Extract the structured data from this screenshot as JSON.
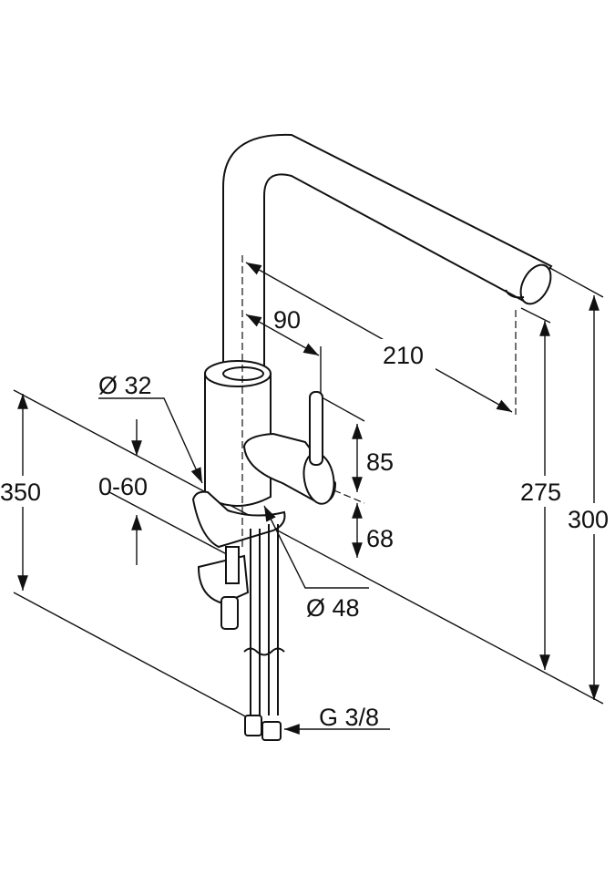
{
  "title": "Kitchen faucet dimension drawing",
  "dimensions": {
    "spout_diameter": "Ø 32",
    "base_diameter": "Ø 48",
    "countertop_thickness": "0-60",
    "overall_below_top": "350",
    "handle_offset": "90",
    "spout_reach": "210",
    "lever_height": "85",
    "lever_base_height": "68",
    "outlet_height": "275",
    "total_height": "300",
    "connection_thread": "G 3/8"
  },
  "colors": {
    "line": "#111111",
    "background": "#ffffff"
  }
}
